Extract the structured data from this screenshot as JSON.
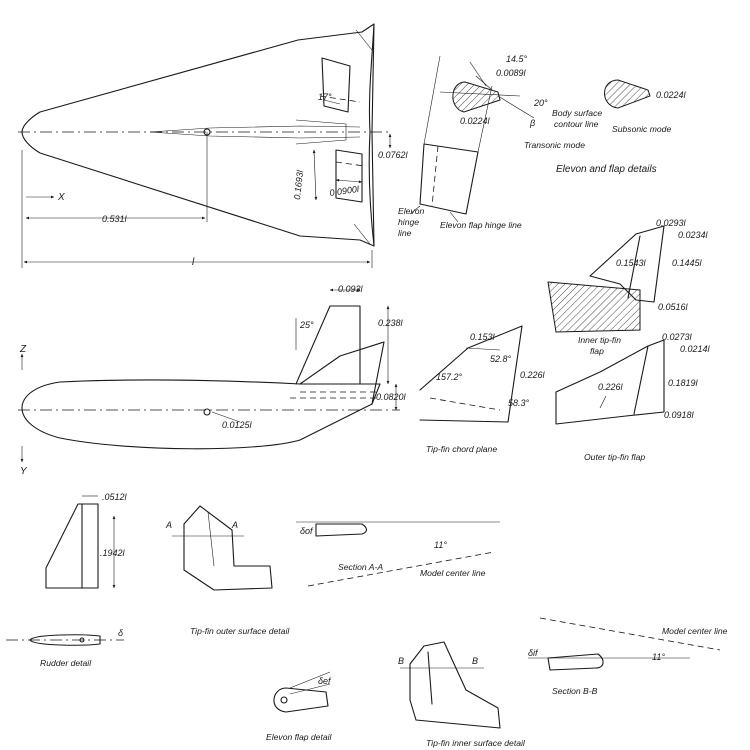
{
  "planform": {
    "x_label": "X",
    "l_symbol": "l",
    "dims": {
      "cg_station": "0.531l",
      "elevon_gap": "0.0762l",
      "elevon_span": "0.1693l",
      "elevon_chord": "0.0900l",
      "elevon_sweep": "17°"
    }
  },
  "elevon_details": {
    "title": "Elevon and flap details",
    "angle_le": "14.5°",
    "thickness_le": "0.0089l",
    "defl_angle": "20°",
    "beta_symbol": "β",
    "trans_thickness": "0.0224l",
    "sub_thickness": "0.0224l",
    "transonic_label": "Transonic mode",
    "subsonic_label": "Subsonic mode",
    "body_contour_label_1": "Body surface",
    "body_contour_label_2": "contour line",
    "elevon_hinge_1": "Elevon",
    "elevon_hinge_2": "hinge",
    "elevon_hinge_3": "line",
    "flap_hinge_label": "Elevon flap hinge line"
  },
  "side_view": {
    "z_label": "Z",
    "y_label": "Y",
    "fin_le_sweep": "25°",
    "fin_tip_chord": "0.093l",
    "fin_height": "0.238l",
    "fin_root_offset": "0.0820l",
    "cg_offset": "0.0125l"
  },
  "tip_fin": {
    "chord_plane_label": "Tip-fin chord plane",
    "d1": "0.153l",
    "a1": "52.8°",
    "a2": "157.2°",
    "d2": "0.226l",
    "a3": "58.3°"
  },
  "inner_flap": {
    "label_1": "Inner tip-fin",
    "label_2": "flap",
    "d1": "0.0293l",
    "d2": "0.0234l",
    "d3": "0.1543l",
    "d4": "0.1445l",
    "d5": "0.0516l"
  },
  "outer_flap": {
    "label": "Outer tip-fin flap",
    "d1": "0.0273l",
    "d2": "0.0214l",
    "d3": "0.226l",
    "d4": "0.1819l",
    "d5": "0.0918l"
  },
  "rudder": {
    "chord": ".0512l",
    "height": ".1942l",
    "detail_label": "Rudder detail",
    "delta_symbol": "δ"
  },
  "section_aa": {
    "section_marker": "A",
    "label": "Section A-A",
    "angle": "11°",
    "center_line": "Model center line",
    "delta_of": "δof",
    "outer_detail_label": "Tip-fin outer surface detail"
  },
  "section_bb": {
    "section_marker": "B",
    "label": "Section B-B",
    "angle": "11°",
    "center_line": "Model center line",
    "delta_if": "δif",
    "inner_detail_label": "Tip-fin inner surface detail"
  },
  "elevon_flap": {
    "label": "Elevon flap detail",
    "delta_ef": "δef"
  }
}
